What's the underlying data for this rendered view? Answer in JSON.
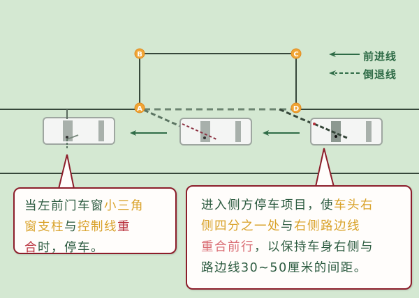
{
  "points": [
    {
      "id": "A",
      "label": "A"
    },
    {
      "id": "B",
      "label": "B"
    },
    {
      "id": "C",
      "label": "C"
    },
    {
      "id": "D",
      "label": "D"
    }
  ],
  "legend": {
    "forward": {
      "label": "前进线",
      "style": "solid"
    },
    "reverse": {
      "label": "倒退线",
      "style": "dashed"
    }
  },
  "colors": {
    "background": "#d4e8d2",
    "line": "#36473a",
    "dashed": "#5c7563",
    "arrow": "#2e6b46",
    "marker": "#f0a535",
    "callout_border": "#8c1d2a",
    "text_normal": "#2b5a3f",
    "text_yellow": "#d9a22a",
    "text_red": "#b8303c"
  },
  "callouts": {
    "left": {
      "line1": [
        {
          "text": "当左前门车窗",
          "style": "normal"
        },
        {
          "text": "小三角",
          "style": "yellow"
        }
      ],
      "line2": [
        {
          "text": "窗支柱",
          "style": "yellow"
        },
        {
          "text": "与",
          "style": "normal"
        },
        {
          "text": "控制线",
          "style": "yellow"
        },
        {
          "text": "重",
          "style": "red"
        }
      ],
      "line3": [
        {
          "text": "合",
          "style": "red"
        },
        {
          "text": "时，停车。",
          "style": "normal"
        }
      ]
    },
    "right": {
      "line1": [
        {
          "text": "进入侧方停车项目，使",
          "style": "normal"
        },
        {
          "text": "车头右",
          "style": "yellow"
        }
      ],
      "line2": [
        {
          "text": "侧四分之一处",
          "style": "yellow"
        },
        {
          "text": "与",
          "style": "normal"
        },
        {
          "text": "右侧路边线",
          "style": "yellow"
        }
      ],
      "line3": [
        {
          "text": "重合前行",
          "style": "pink"
        },
        {
          "text": "，以保持车身右侧与",
          "style": "normal"
        }
      ],
      "line4": [
        {
          "text": "路边线30~50厘米的间距。",
          "style": "normal"
        }
      ]
    }
  }
}
